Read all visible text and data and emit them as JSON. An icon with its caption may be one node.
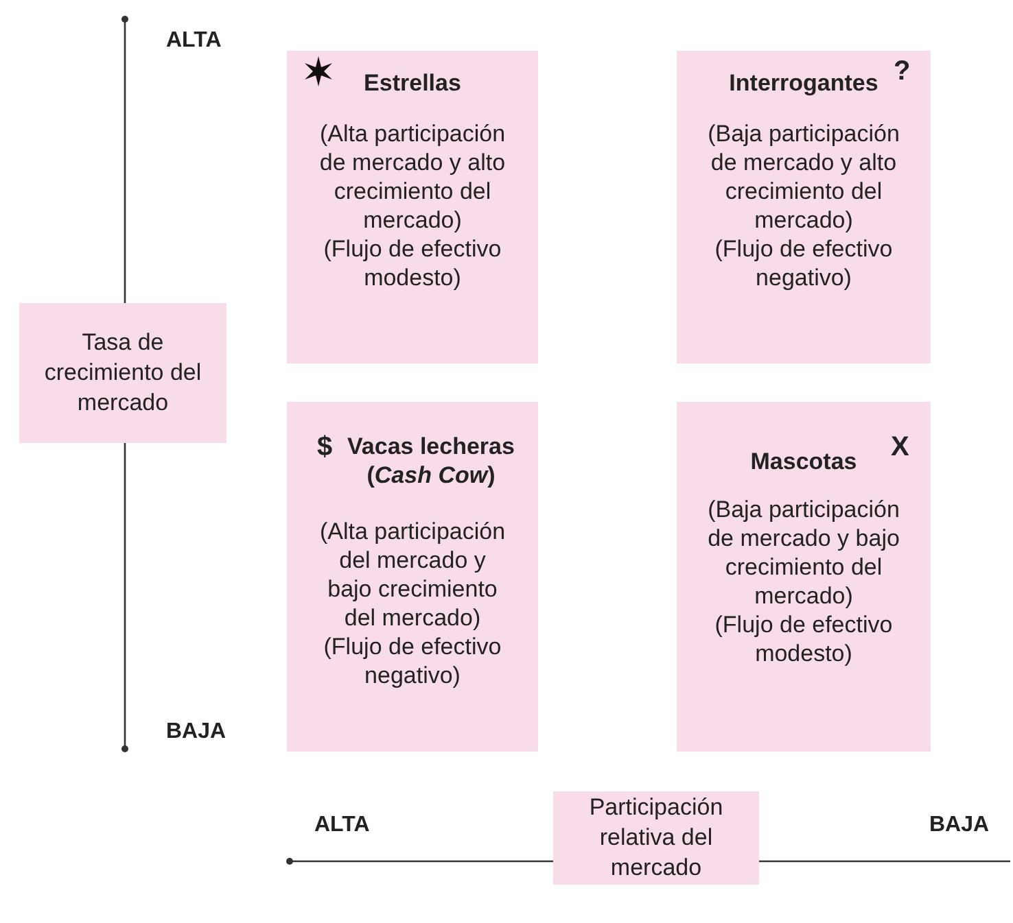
{
  "diagram": {
    "nodes": [
      {
        "text": [
          "Estrellas",
          "(Alta participación de mercado y alto crecimiento del mercado)",
          "(Flujo de efectivo modesto)"
        ]
      },
      {
        "text": [
          "Interrogantes",
          "?",
          "(Baja participación de mercado y alto crecimiento del mercado)",
          "(Flujo de efectivo negativo)"
        ]
      },
      {
        "text": [
          "$",
          "Vacas lecheras (*Cash Cow*)",
          "(Alta participación del mercado y bajo crecimiento del mercado)",
          "(Flujo de efectivo negativo)"
        ]
      },
      {
        "text": [
          "Mascotas",
          "X",
          "(Baja participación de mercado y bajo crecimiento del mercado)",
          "(Flujo de efectivo modesto)"
        ]
      },
      {
        "text": [
          "Tasa de crecimiento del mercado"
        ]
      },
      {
        "text": [
          "Participación relativa del mercado"
        ]
      }
    ],
    "edges": [],
    "labels": [
      "ALTA",
      "BAJA",
      "ALTA",
      "BAJA"
    ]
  }
}
